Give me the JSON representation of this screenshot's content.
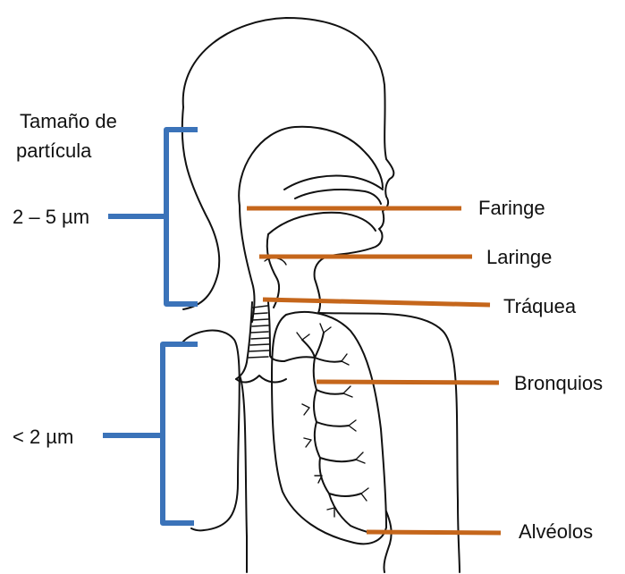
{
  "size_heading": {
    "line1": "Tamaño de",
    "line2": "partícula"
  },
  "size_ranges": {
    "upper": "2 – 5 µm",
    "lower": "< 2 µm"
  },
  "structures": {
    "faringe": "Faringe",
    "laringe": "Laringe",
    "traquea": "Tráquea",
    "bronquios": "Bronquios",
    "alveolos": "Alvéolos"
  },
  "colors": {
    "bracket": "#3B73B9",
    "pointer": "#C5661B",
    "outline": "#111111"
  }
}
